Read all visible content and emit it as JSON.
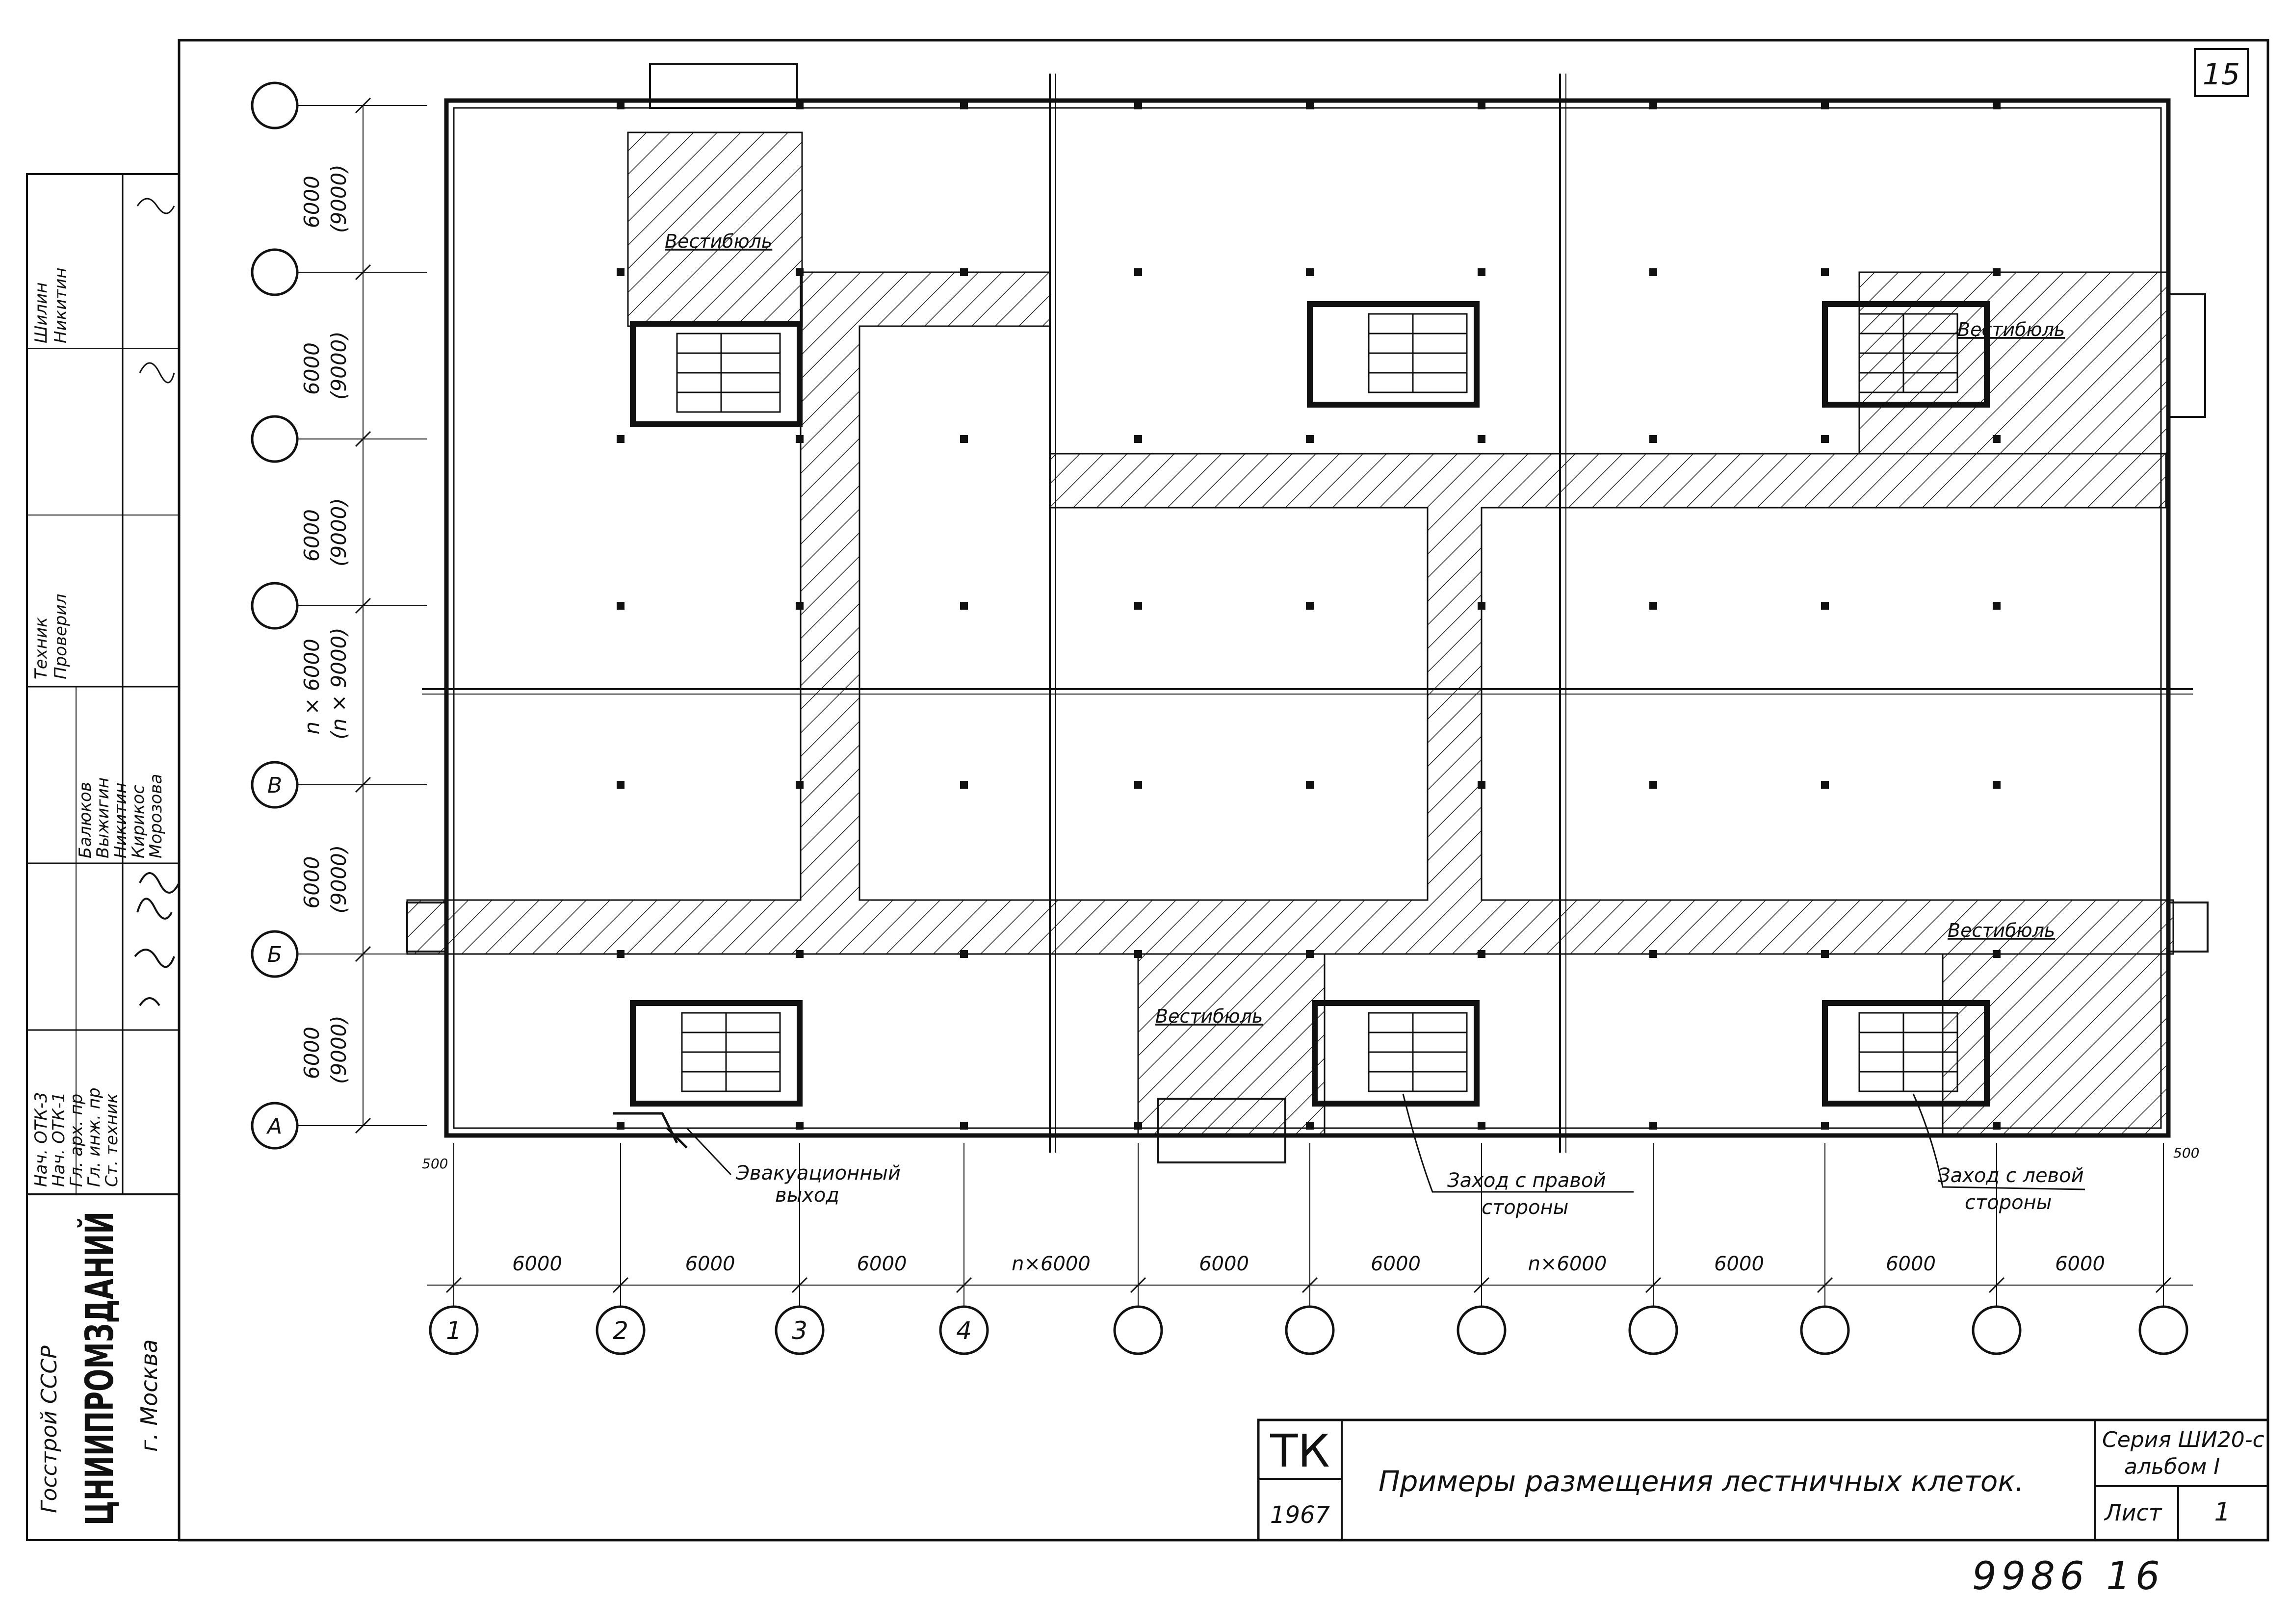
{
  "sheet_number": "15",
  "ministry": "Госстрой СССР",
  "institute": "ЦНИИПРОМЗДАНИЙ",
  "city": "г. Москва",
  "stamp": {
    "roles": [
      "Нач. ОТК-3",
      "Нач. ОТК-1",
      "Гл. арх. пр",
      "Гл. инж. пр",
      "Ст. техник",
      "Техник",
      "Проверил"
    ],
    "names": [
      "Балюков",
      "Выжигин",
      "Никитин",
      "Кирикос",
      "Морозова",
      "Шилин",
      "Никитин"
    ]
  },
  "title_block": {
    "code": "ТК",
    "year": "1967",
    "title": "Примеры размещения лестничных клеток.",
    "series": "Серия ШИ20-с",
    "album": "альбом I",
    "sheet_label": "Лист",
    "sheet_value": "1"
  },
  "footer_number": "9986 16",
  "plan_labels": {
    "vestibule": "Вестибюль",
    "evac_exit_1": "Эвакуационный",
    "evac_exit_2": "выход",
    "right_entry_1": "Заход с правой",
    "right_entry_2": "стороны",
    "left_entry_1": "Заход с левой",
    "left_entry_2": "стороны"
  },
  "row_axes": [
    "",
    "",
    "",
    "",
    "В",
    "Б",
    "А"
  ],
  "row_dims": [
    {
      "main": "6000",
      "alt": "(9000)"
    },
    {
      "main": "6000",
      "alt": "(9000)"
    },
    {
      "main": "6000",
      "alt": "(9000)"
    },
    {
      "main": "n × 6000",
      "alt": "(n × 9000)"
    },
    {
      "main": "6000",
      "alt": "(9000)"
    },
    {
      "main": "6000",
      "alt": "(9000)"
    }
  ],
  "col_axes": [
    "1",
    "2",
    "3",
    "4",
    "",
    "",
    "",
    "",
    "",
    "",
    ""
  ],
  "col_dims": [
    "6000",
    "6000",
    "6000",
    "n×6000",
    "6000",
    "6000",
    "n×6000",
    "6000",
    "6000",
    "6000"
  ],
  "edge_dims": [
    "500",
    "500"
  ]
}
